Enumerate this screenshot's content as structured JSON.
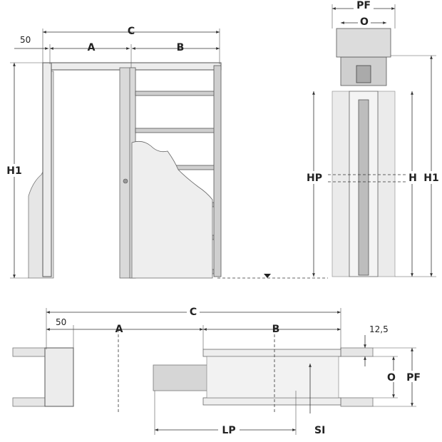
{
  "front_view": {
    "labels": {
      "fifty": "50",
      "a": "A",
      "b": "B",
      "c": "C",
      "h1": "H1"
    }
  },
  "section_view": {
    "labels": {
      "pf": "PF",
      "o": "O",
      "hp": "HP",
      "h": "H",
      "h1": "H1"
    }
  },
  "plan_view": {
    "labels": {
      "c": "C",
      "fifty": "50",
      "a": "A",
      "b": "B",
      "twelve_five": "12,5",
      "o": "O",
      "pf": "PF",
      "lp": "LP",
      "si": "SI"
    }
  },
  "colors": {
    "line": "#333333",
    "fill_light": "#e6e6e6",
    "fill_mid": "#cfcfcf"
  }
}
